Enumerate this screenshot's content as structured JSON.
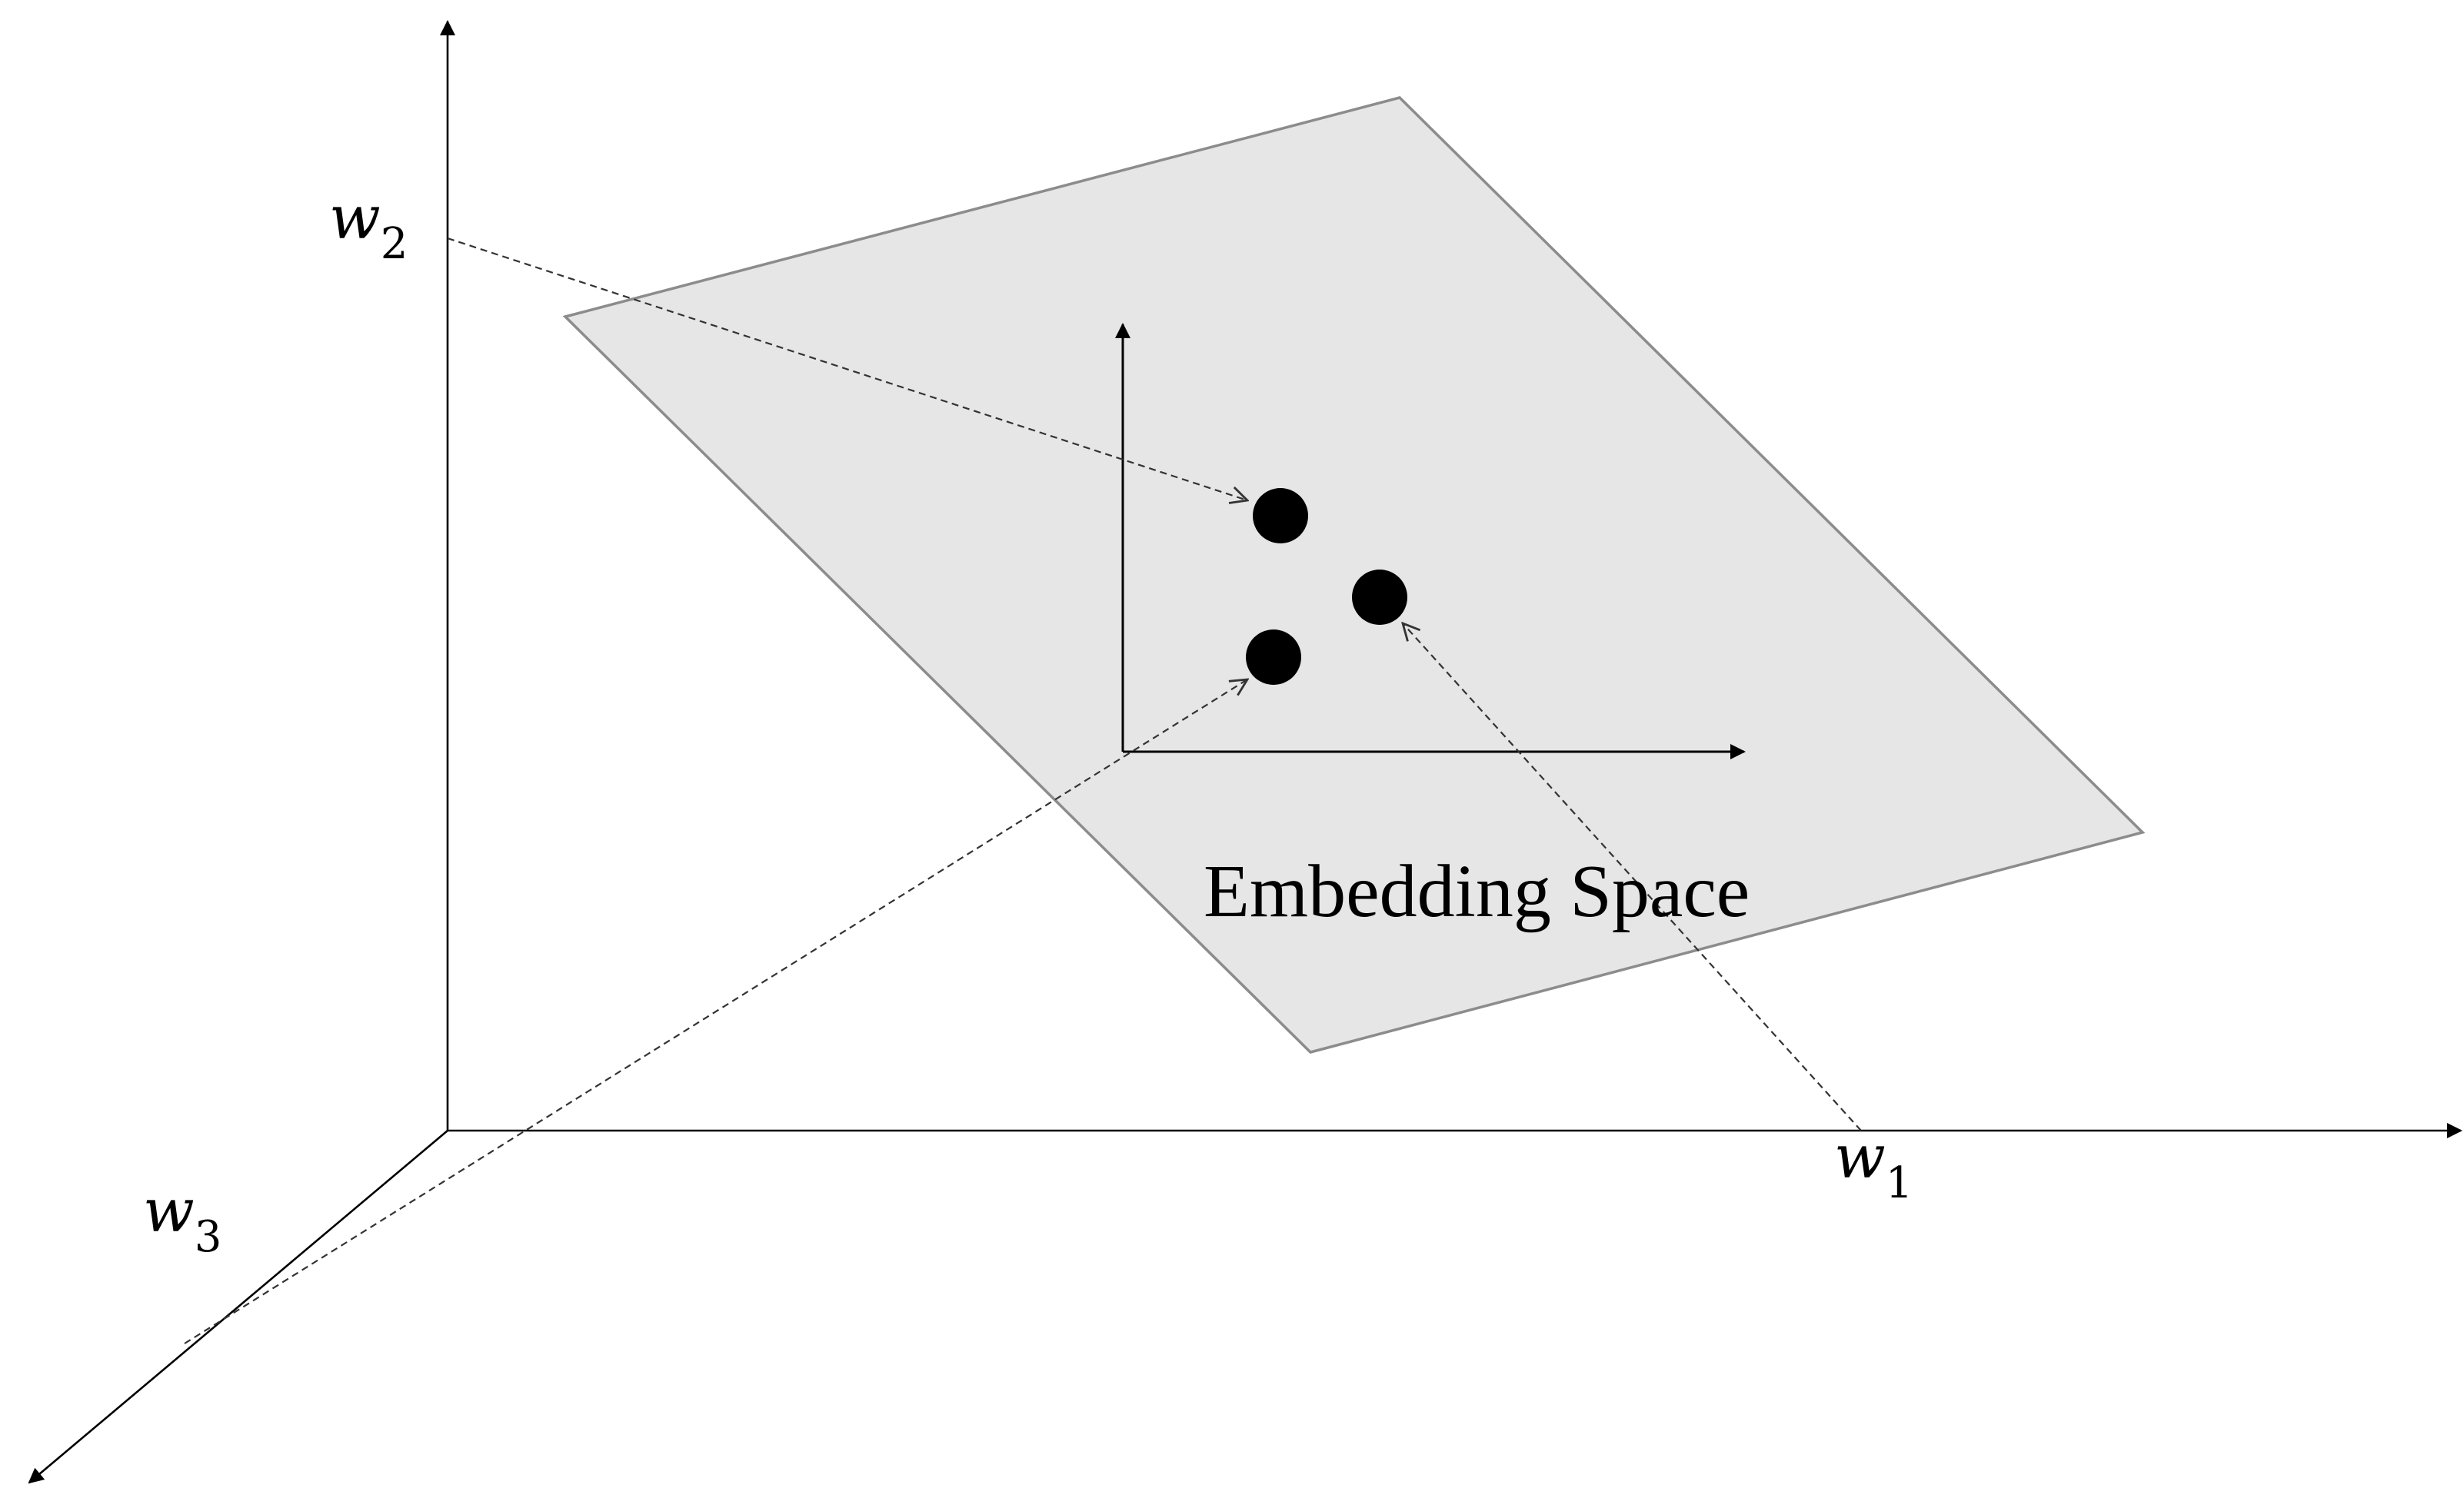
{
  "diagram": {
    "plane_label": "Embedding Space",
    "axis_labels": {
      "w1": {
        "base": "w",
        "sub": "1"
      },
      "w2": {
        "base": "w",
        "sub": "2"
      },
      "w3": {
        "base": "w",
        "sub": "3"
      }
    },
    "colors": {
      "plane_fill": "#e6e6e6",
      "plane_edge": "#8c8c8c",
      "points": "#000000",
      "axes": "#000000",
      "projection_lines": "#333333"
    },
    "embedded_points_count": 3
  }
}
